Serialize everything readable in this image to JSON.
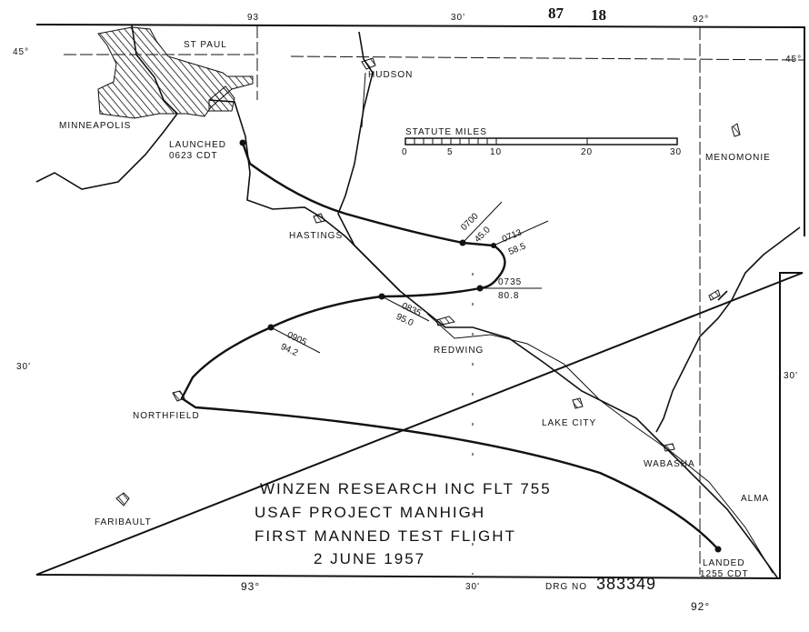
{
  "header": {
    "sheet_a": "87",
    "sheet_b": "18"
  },
  "graticule": {
    "top_93": "93",
    "top_30": "30'",
    "top_92": "92°",
    "left_45": "45°",
    "right_45": "45°",
    "left_30": "30'",
    "right_30": "30'",
    "bottom_93": "93°",
    "bottom_30": "30'",
    "bottom_92": "92°"
  },
  "places": {
    "st_paul": "ST PAUL",
    "minneapolis": "MINNEAPOLIS",
    "hudson": "HUDSON",
    "hastings": "HASTINGS",
    "menomonie": "MENOMONIE",
    "red_wing": "REDWING",
    "northfield": "NORTHFIELD",
    "lake_city": "LAKE CITY",
    "wabasha": "WABASHA",
    "alma": "ALMA",
    "faribault": "FARIBAULT"
  },
  "flight": {
    "launched": "LAUNCHED",
    "launch_time": "0623 CDT",
    "landed": "LANDED",
    "land_time": "1255 CDT",
    "fixes": [
      {
        "time": "0700",
        "alt": "45.0"
      },
      {
        "time": "0713",
        "alt": "58.5"
      },
      {
        "time": "0735",
        "alt": "80.8"
      },
      {
        "time": "0835",
        "alt": "95.0"
      },
      {
        "time": "0905",
        "alt": "94.2"
      }
    ]
  },
  "scale": {
    "title": "STATUTE MILES",
    "ticks": [
      "0",
      "5",
      "10",
      "20",
      "30"
    ]
  },
  "title_block": {
    "line1": "WINZEN RESEARCH INC FLT 755",
    "line2": "USAF PROJECT MANHIGH",
    "line3": "FIRST MANNED TEST FLIGHT",
    "line4": "2 JUNE 1957"
  },
  "drawing_number": {
    "label": "DRG NO",
    "value": "383349"
  }
}
